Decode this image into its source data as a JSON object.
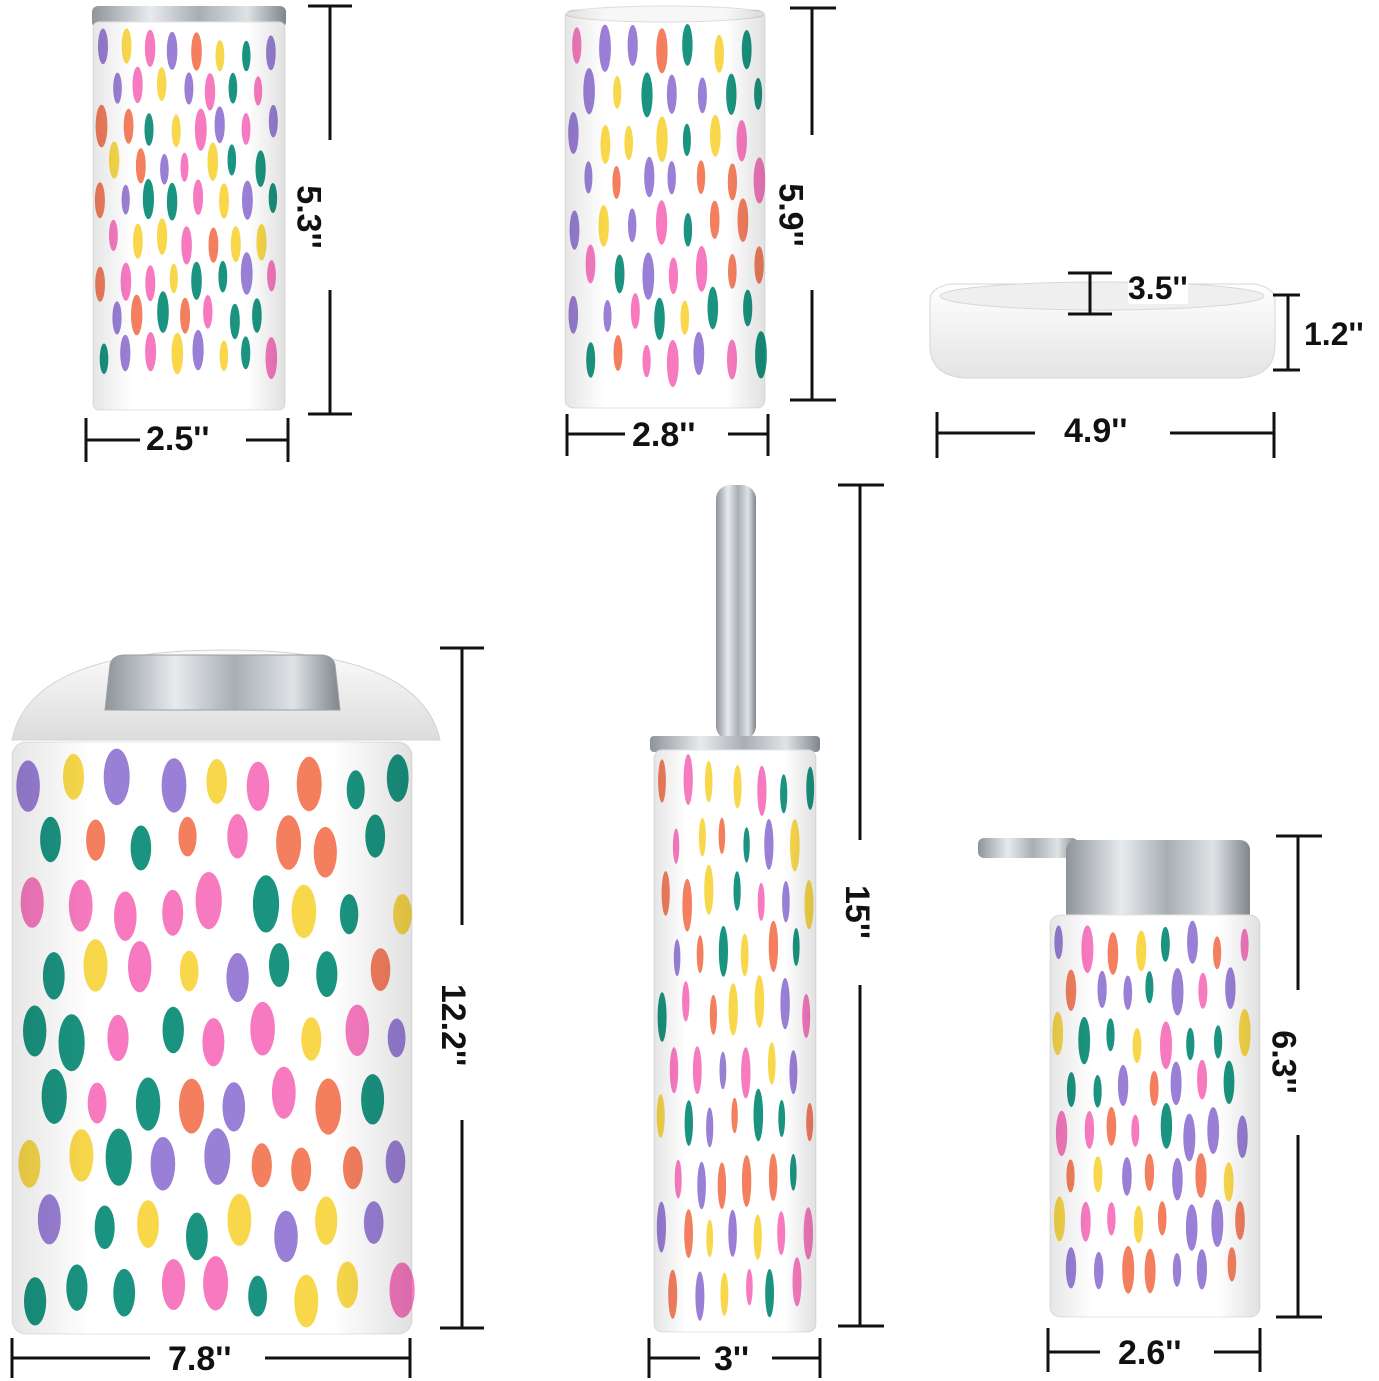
{
  "palette": {
    "dots": [
      "#1a9480",
      "#9a7fd6",
      "#f47f5e",
      "#f77ac0",
      "#f8d84a"
    ],
    "metal": "#b9bec4",
    "ceramic": "#f4f4f4",
    "line": "#111111"
  },
  "items": {
    "toothbrush_holder": {
      "height": "5.3''",
      "width": "2.5''"
    },
    "tumbler": {
      "height": "5.9''",
      "width": "2.8''"
    },
    "soap_dish": {
      "inner": "3.5''",
      "height": "1.2''",
      "width": "4.9''"
    },
    "trash_can": {
      "height": "12.2''",
      "width": "7.8''"
    },
    "toilet_brush": {
      "height": "15''",
      "width": "3''"
    },
    "soap_dispenser": {
      "height": "6.3''",
      "width": "2.6''"
    }
  }
}
